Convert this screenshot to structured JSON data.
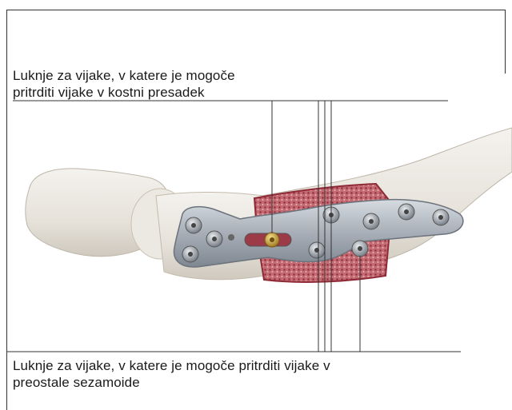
{
  "annotations": {
    "top": {
      "line1": "Luknje za vijake, v katere je mogoče",
      "line2": "pritrditi vijake v kostni presadek"
    },
    "bottom": {
      "line1": "Luknje za vijake, v katere je mogoče pritrditi vijake v",
      "line2": "preostale sezamoide"
    }
  },
  "colors": {
    "bone": "#e9e6df",
    "plate": "#a6adb6",
    "graft": "#a8384a",
    "screw": "#8d939b",
    "gold_screw": "#c9a33a",
    "leader": "#333333"
  }
}
